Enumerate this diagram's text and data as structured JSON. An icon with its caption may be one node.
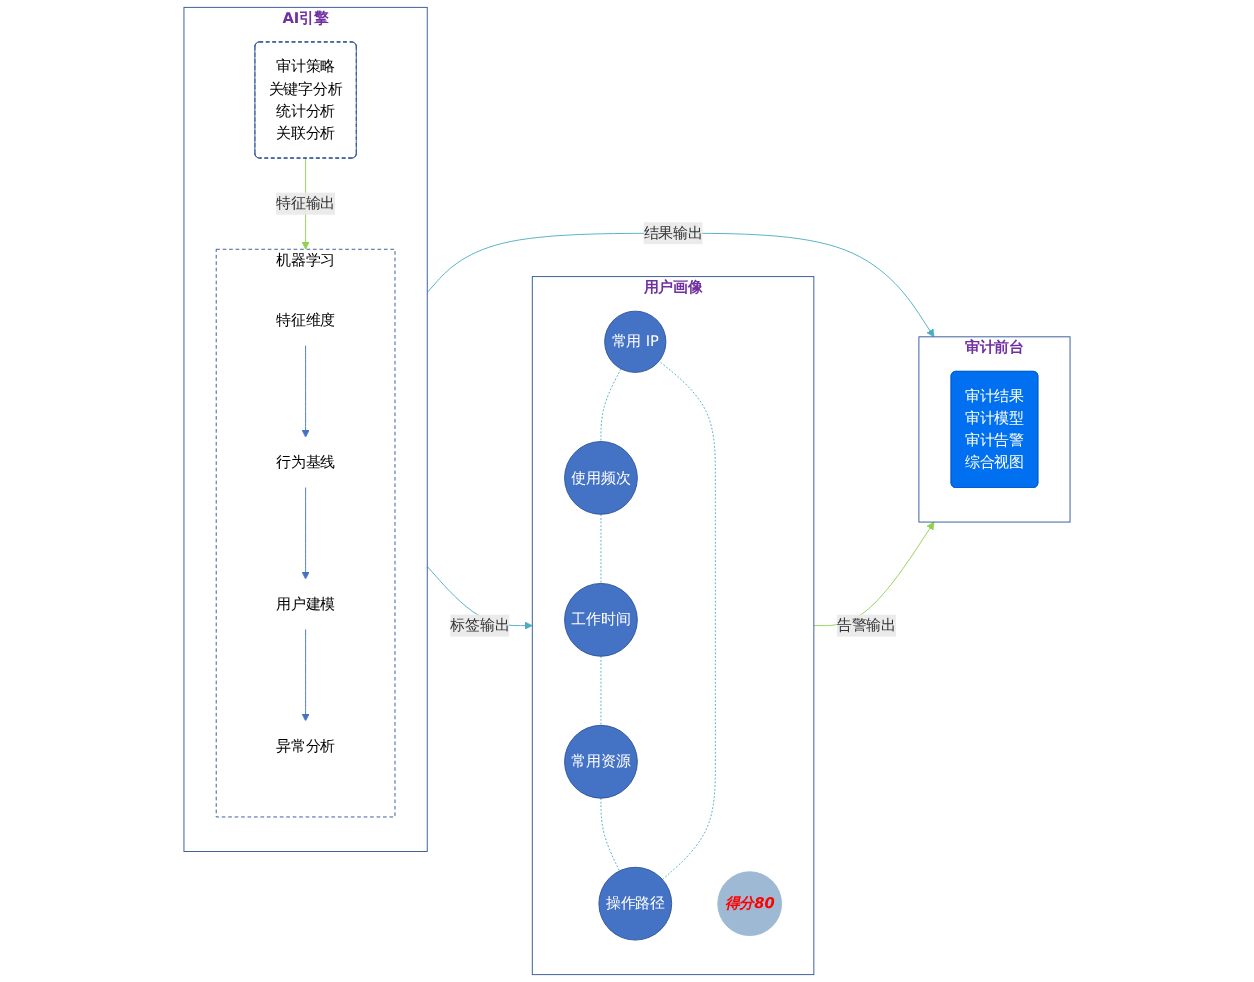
{
  "diagram": {
    "nodes": [
      {
        "text": [
          "AI引擎"
        ]
      },
      {
        "text": [
          "机器学习"
        ],
        "in": 0
      },
      {
        "text": [
          "特征维度"
        ],
        "in": 1
      },
      {
        "text": [
          "行为基线"
        ],
        "in": 1
      },
      {
        "text": [
          "用户建模"
        ],
        "in": 1
      },
      {
        "text": [
          "异常分析"
        ],
        "in": 1
      },
      {
        "text": [
          "审计策略",
          "关键字分析",
          "统计分析",
          "关联分析"
        ],
        "in": 0
      },
      {
        "text": [
          "审计前台"
        ]
      },
      {
        "text": [
          "审计结果",
          "审计模型",
          "审计告警",
          "综合视图"
        ],
        "in": 7
      },
      {
        "text": [
          "用户画像"
        ]
      },
      {
        "text": [
          "常用 IP"
        ],
        "in": 9
      },
      {
        "text": [
          "使用频次"
        ],
        "in": 9
      },
      {
        "text": [
          "工作时间"
        ],
        "in": 9
      },
      {
        "text": [
          "常用资源"
        ],
        "in": 9
      },
      {
        "text": [
          "操作路径"
        ],
        "in": 9
      },
      {
        "text": [
          "得分80"
        ],
        "in": 9
      }
    ],
    "edges": [
      {
        "from": 2,
        "to": 3,
        "arrow": "to",
        "color": "#4472c4"
      },
      {
        "from": 3,
        "to": 4,
        "arrow": "to",
        "color": "#4472c4"
      },
      {
        "from": 4,
        "to": 5,
        "arrow": "to",
        "color": "#4472c4"
      },
      {
        "from": 6,
        "to": 1,
        "arrow": "to",
        "label": "特征输出",
        "color": "#92d050"
      },
      {
        "from": 0,
        "to": 7,
        "arrow": "to",
        "label": "结果输出",
        "color": "#4bacc6"
      },
      {
        "from": 0,
        "to": 9,
        "arrow": "to",
        "label": "标签输出",
        "color": "#4bacc6"
      },
      {
        "from": 9,
        "to": 7,
        "arrow": "to",
        "label": "告警输出",
        "color": "#92d050"
      },
      {
        "from": 10,
        "to": 11,
        "arrow": "none",
        "style": "dashed",
        "color": "#4bacc6"
      },
      {
        "from": 11,
        "to": 12,
        "arrow": "none",
        "style": "dashed",
        "color": "#4bacc6"
      },
      {
        "from": 12,
        "to": 13,
        "arrow": "none",
        "style": "dashed",
        "color": "#4bacc6"
      },
      {
        "from": 13,
        "to": 14,
        "arrow": "none",
        "style": "dashed",
        "color": "#4bacc6"
      },
      {
        "from": 14,
        "to": 10,
        "arrow": "none",
        "style": "dashed",
        "color": "#4bacc6"
      }
    ]
  }
}
